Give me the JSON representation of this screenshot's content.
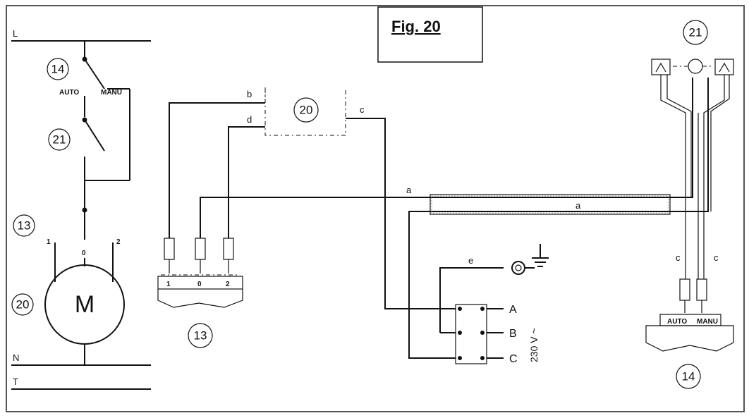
{
  "figure": {
    "title": "Fig. 20"
  },
  "rails": {
    "l": "L",
    "n": "N",
    "t": "T"
  },
  "schematic": {
    "switch_14": "14",
    "auto": "AUTO",
    "manu": "MANU",
    "switch_21": "21",
    "motor_13": "13",
    "motor_20": "20",
    "motor_symbol": "M",
    "pin_1": "1",
    "pin_0": "0",
    "pin_2": "2"
  },
  "wiring": {
    "unit_20": "20",
    "wire_b": "b",
    "wire_c": "c",
    "wire_d": "d",
    "wire_a_top": "a",
    "wire_a_bottom": "a",
    "wire_e": "e",
    "wire_c_left": "c",
    "wire_c_right": "c",
    "conn13": {
      "label": "13",
      "pin1": "1",
      "pin0": "0",
      "pin2": "2"
    },
    "terminal": {
      "a": "A",
      "b": "B",
      "c": "C",
      "voltage": "230 V ~"
    },
    "sensor_21": "21",
    "conn14": {
      "label": "14",
      "auto": "AUTO",
      "manu": "MANU"
    }
  }
}
